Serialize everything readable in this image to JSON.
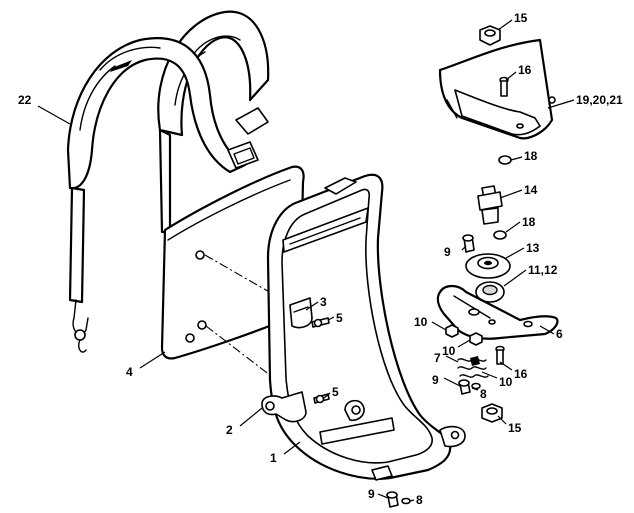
{
  "callouts": {
    "c22": "22",
    "c15a": "15",
    "c16a": "16",
    "c192021": "19,20,21",
    "c18a": "18",
    "c14": "14",
    "c18b": "18",
    "c9a": "9",
    "c13": "13",
    "c1112": "11,12",
    "c3": "3",
    "c5a": "5",
    "c10a": "10",
    "c10b": "10",
    "c6": "6",
    "c4": "4",
    "c7": "7",
    "c16b": "16",
    "c9b": "9",
    "c10c": "10",
    "c8a": "8",
    "c5b": "5",
    "c15b": "15",
    "c2": "2",
    "c1": "1",
    "c9c": "9",
    "c8b": "8"
  }
}
